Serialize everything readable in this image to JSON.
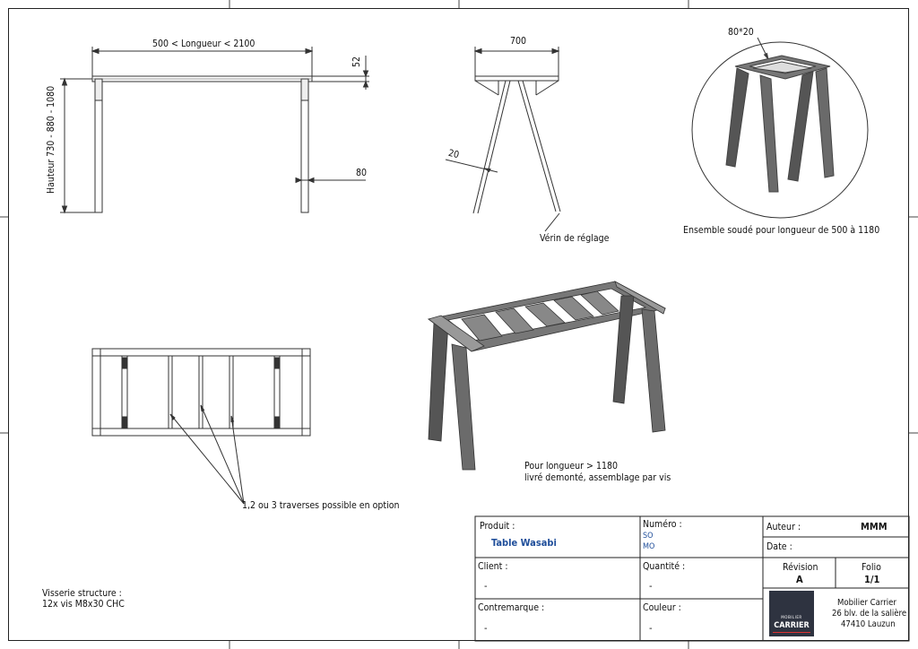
{
  "dims": {
    "length": "500 < Longueur < 2100",
    "height": "Hauteur 730 - 880 - 1080",
    "top_thickness": "52",
    "leg_width": "80",
    "width": "700",
    "tube_section": "20",
    "detail_section": "80*20"
  },
  "notes": {
    "foot": "Vérin de réglage",
    "welded": "Ensemble soudé pour longueur de 500 à 1180",
    "long_line1": "Pour longueur > 1180",
    "long_line2": "livré demonté, assemblage par vis",
    "crossbars": "1,2 ou 3 traverses possible en option",
    "hardware_line1": "Visserie structure :",
    "hardware_line2": "12x vis M8x30 CHC"
  },
  "title_block": {
    "product_label": "Produit :",
    "product_value": "Table Wasabi",
    "number_label": "Numéro :",
    "number_so": "SO",
    "number_mo": "MO",
    "author_label": "Auteur :",
    "author_value": "MMM",
    "date_label": "Date :",
    "client_label": "Client :",
    "client_value": "-",
    "quantity_label": "Quantité :",
    "quantity_value": "-",
    "revision_label": "Révision",
    "revision_value": "A",
    "folio_label": "Folio",
    "folio_value": "1/1",
    "countermark_label": "Contremarque :",
    "countermark_value": "-",
    "color_label": "Couleur :",
    "color_value": "-",
    "logo_small": "MOBILIER",
    "logo_large": "CARRIER",
    "company_name": "Mobilier Carrier",
    "company_address": "26 blv. de la salière",
    "company_city": "47410 Lauzun"
  }
}
